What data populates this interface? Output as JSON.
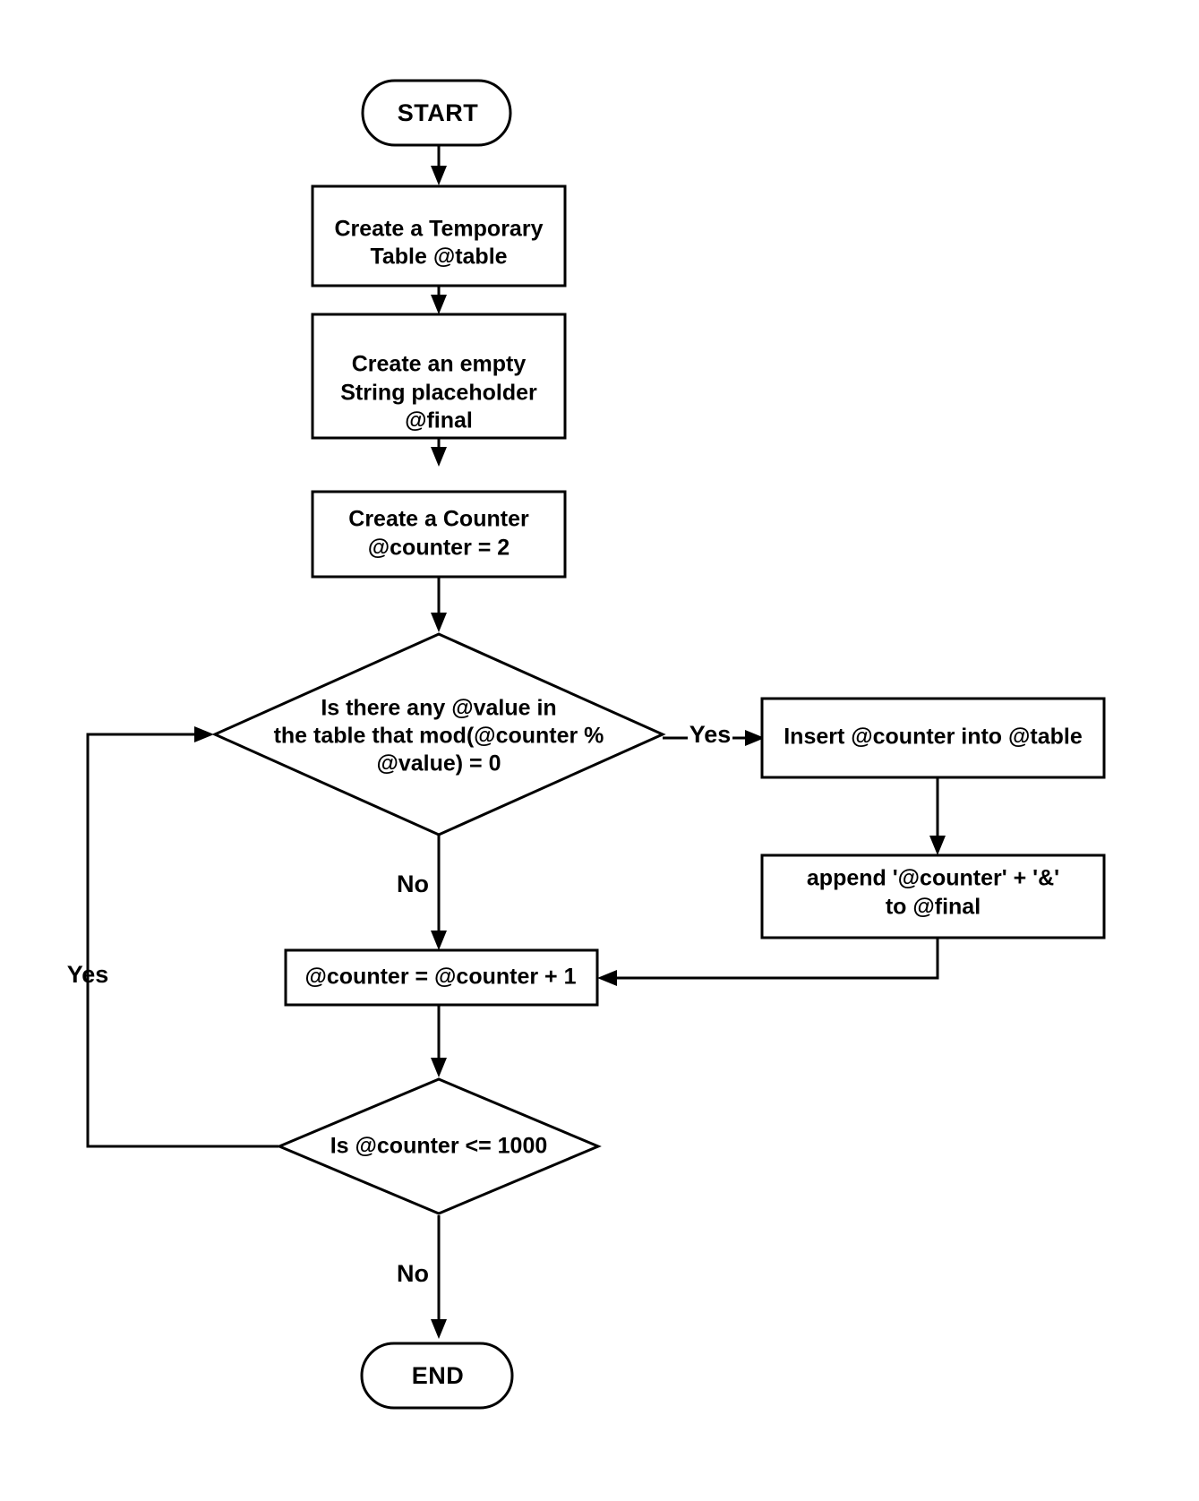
{
  "diagram": {
    "title": "Prime number generation flowchart",
    "background_color": "#ffffff",
    "stroke_color": "#000000",
    "text_color": "#000000"
  },
  "nodes": {
    "start": {
      "type": "terminator",
      "label": "START"
    },
    "create_table": {
      "type": "process",
      "lines": [
        "Create a  Temporary",
        "Table @table"
      ]
    },
    "create_string": {
      "type": "process",
      "lines": [
        "Create an empty",
        "String placeholder",
        "@final"
      ]
    },
    "create_counter": {
      "type": "process",
      "lines": [
        "Create a Counter",
        "@counter = 2"
      ]
    },
    "decision_mod": {
      "type": "decision",
      "lines": [
        "Is there any @value in",
        "the table that mod(@counter %",
        "@value) = 0"
      ]
    },
    "insert_counter": {
      "type": "process",
      "lines": [
        "Insert @counter into @table"
      ]
    },
    "append_final": {
      "type": "process",
      "lines": [
        "append '@counter' + '&'",
        "to @final"
      ]
    },
    "increment_counter": {
      "type": "process",
      "lines": [
        "@counter = @counter + 1"
      ]
    },
    "decision_limit": {
      "type": "decision",
      "lines": [
        "Is @counter <= 1000"
      ]
    },
    "end": {
      "type": "terminator",
      "label": "END"
    }
  },
  "edge_labels": {
    "mod_yes": "Yes",
    "mod_no": "No",
    "limit_yes": "Yes",
    "limit_no": "No"
  }
}
